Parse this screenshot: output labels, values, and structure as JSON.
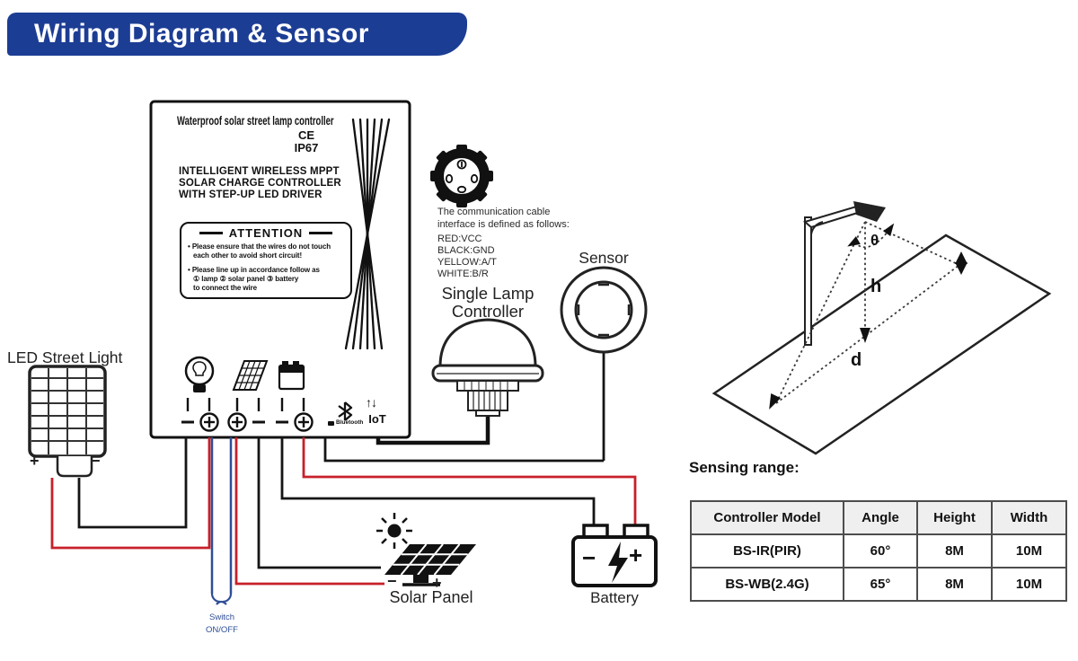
{
  "banner": {
    "title": "Wiring Diagram & Sensor"
  },
  "controller_box": {
    "title": "Waterproof solar street lamp controller",
    "cert_ce": "CE",
    "cert_ip": "IP67",
    "subtitle_lines": [
      "INTELLIGENT WIRELESS MPPT",
      "SOLAR CHARGE CONTROLLER",
      "WITH STEP-UP LED DRIVER"
    ],
    "attention": {
      "title": "ATTENTION",
      "bullet1_line1": "• Please ensure that the wires do not touch",
      "bullet1_line2": "each other to avoid short circuit!",
      "bullet2_line1": "• Please line up in accordance follow as",
      "bullet2_line2": "① lamp ② solar panel ③ battery",
      "bullet2_line3": "to connect the wire"
    },
    "terminals": [
      "−",
      "+",
      "+",
      "−",
      "−",
      "+"
    ],
    "bluetooth_label": "Bluetooth",
    "iot_arrows": "↑↓",
    "iot_label": "IoT"
  },
  "comm_cable": {
    "line1": "The communication cable",
    "line2": "interface is defined as follows:",
    "pin1": "RED:VCC",
    "pin2": "BLACK:GND",
    "pin3": "YELLOW:A/T",
    "pin4": "WHITE:B/R"
  },
  "devices": {
    "led_street_light": {
      "label": "LED Street Light",
      "plus": "+",
      "minus": "−"
    },
    "single_lamp_controller": {
      "label_line1": "Single Lamp",
      "label_line2": "Controller"
    },
    "sensor": {
      "label": "Sensor"
    },
    "solar_panel": {
      "label": "Solar Panel",
      "minus": "−",
      "plus": "+"
    },
    "battery": {
      "label": "Battery",
      "minus": "−",
      "plus": "+"
    },
    "switch": {
      "label_line1": "Switch",
      "label_line2": "ON/OFF"
    }
  },
  "sensing_diagram": {
    "angle_label": "θ",
    "height_label": "h",
    "distance_label": "d"
  },
  "sensing_range": {
    "title": "Sensing range:",
    "table": {
      "headers": [
        "Controller Model",
        "Angle",
        "Height",
        "Width"
      ],
      "rows": [
        [
          "BS-IR(PIR)",
          "60°",
          "8M",
          "10M"
        ],
        [
          "BS-WB(2.4G)",
          "65°",
          "8M",
          "10M"
        ]
      ]
    }
  },
  "colors": {
    "banner_bg": "#1c3d94",
    "wire_red": "#c8202a",
    "wire_blue": "#2e4e96",
    "wire_black": "#151515"
  }
}
